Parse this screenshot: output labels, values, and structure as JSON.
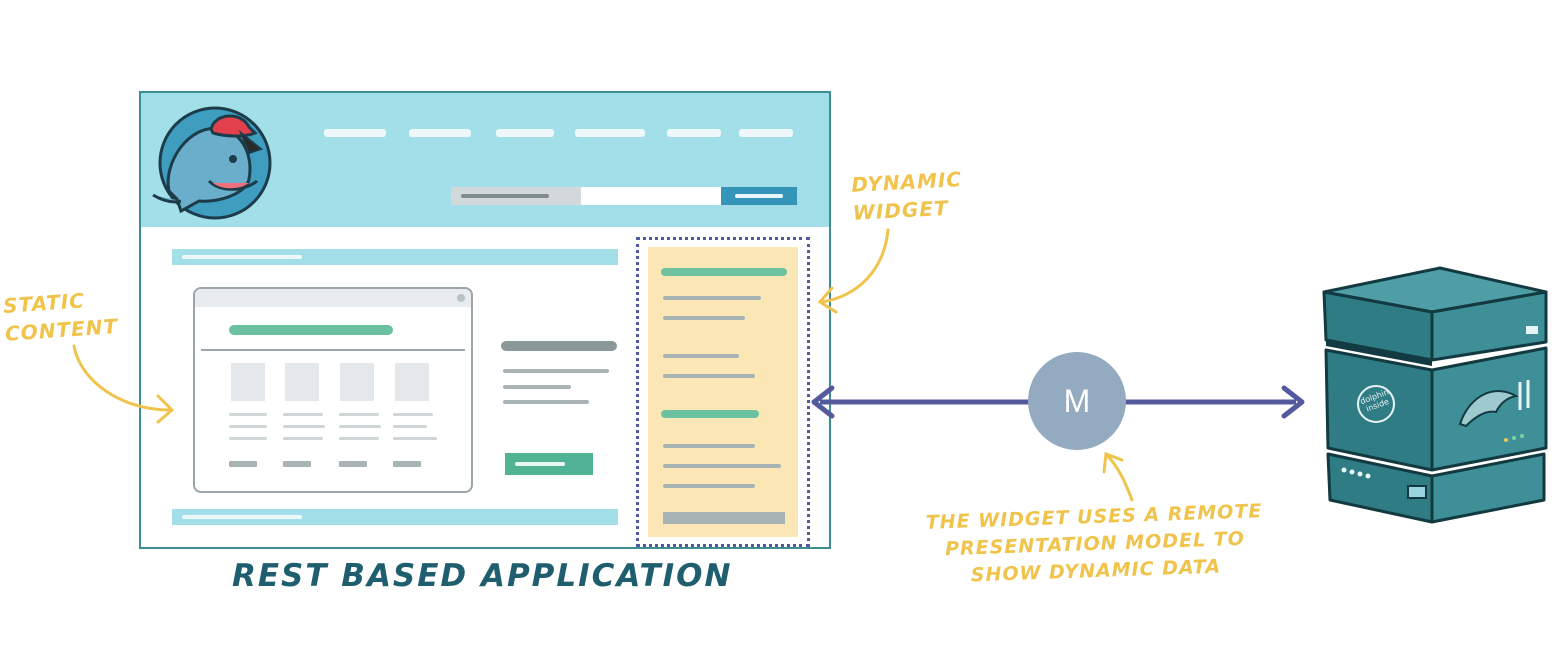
{
  "diagram": {
    "app_title": "REST BASED APPLICATION",
    "static_label": "STATIC\nCONTENT",
    "dynamic_label": "DYNAMIC\nWIDGET",
    "model_node": "M",
    "caption": "THE WIDGET USES A REMOTE\nPRESENTATION MODEL TO\nSHOW DYNAMIC DATA",
    "server_logo": "dolphin inside"
  },
  "colors": {
    "header": "#a3dfe9",
    "widget_bg": "#fbe7b5",
    "accent_green": "#6cc1a0",
    "arrow": "#53599c",
    "model_node": "#93aac0",
    "server": "#2e7f88",
    "annotation": "#f0c44c",
    "title": "#1f5e6e"
  }
}
